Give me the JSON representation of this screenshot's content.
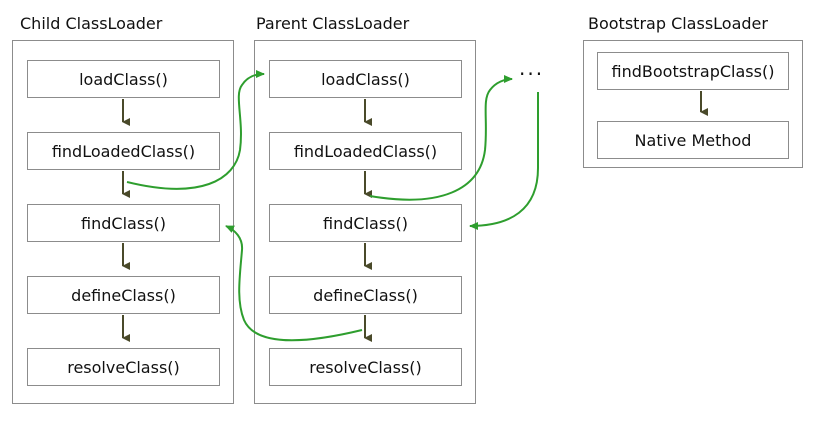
{
  "child": {
    "title": "Child ClassLoader",
    "methods": [
      "loadClass()",
      "findLoadedClass()",
      "findClass()",
      "defineClass()",
      "resolveClass()"
    ]
  },
  "parent": {
    "title": "Parent ClassLoader",
    "methods": [
      "loadClass()",
      "findLoadedClass()",
      "findClass()",
      "defineClass()",
      "resolveClass()"
    ]
  },
  "bootstrap": {
    "title": "Bootstrap ClassLoader",
    "methods": [
      "findBootstrapClass()",
      "Native Method"
    ]
  },
  "ellipsis": "···",
  "colors": {
    "box_border": "#8c8c8c",
    "down_arrow": "#4a4a2a",
    "delegation_arrow": "#2e9e2e"
  }
}
